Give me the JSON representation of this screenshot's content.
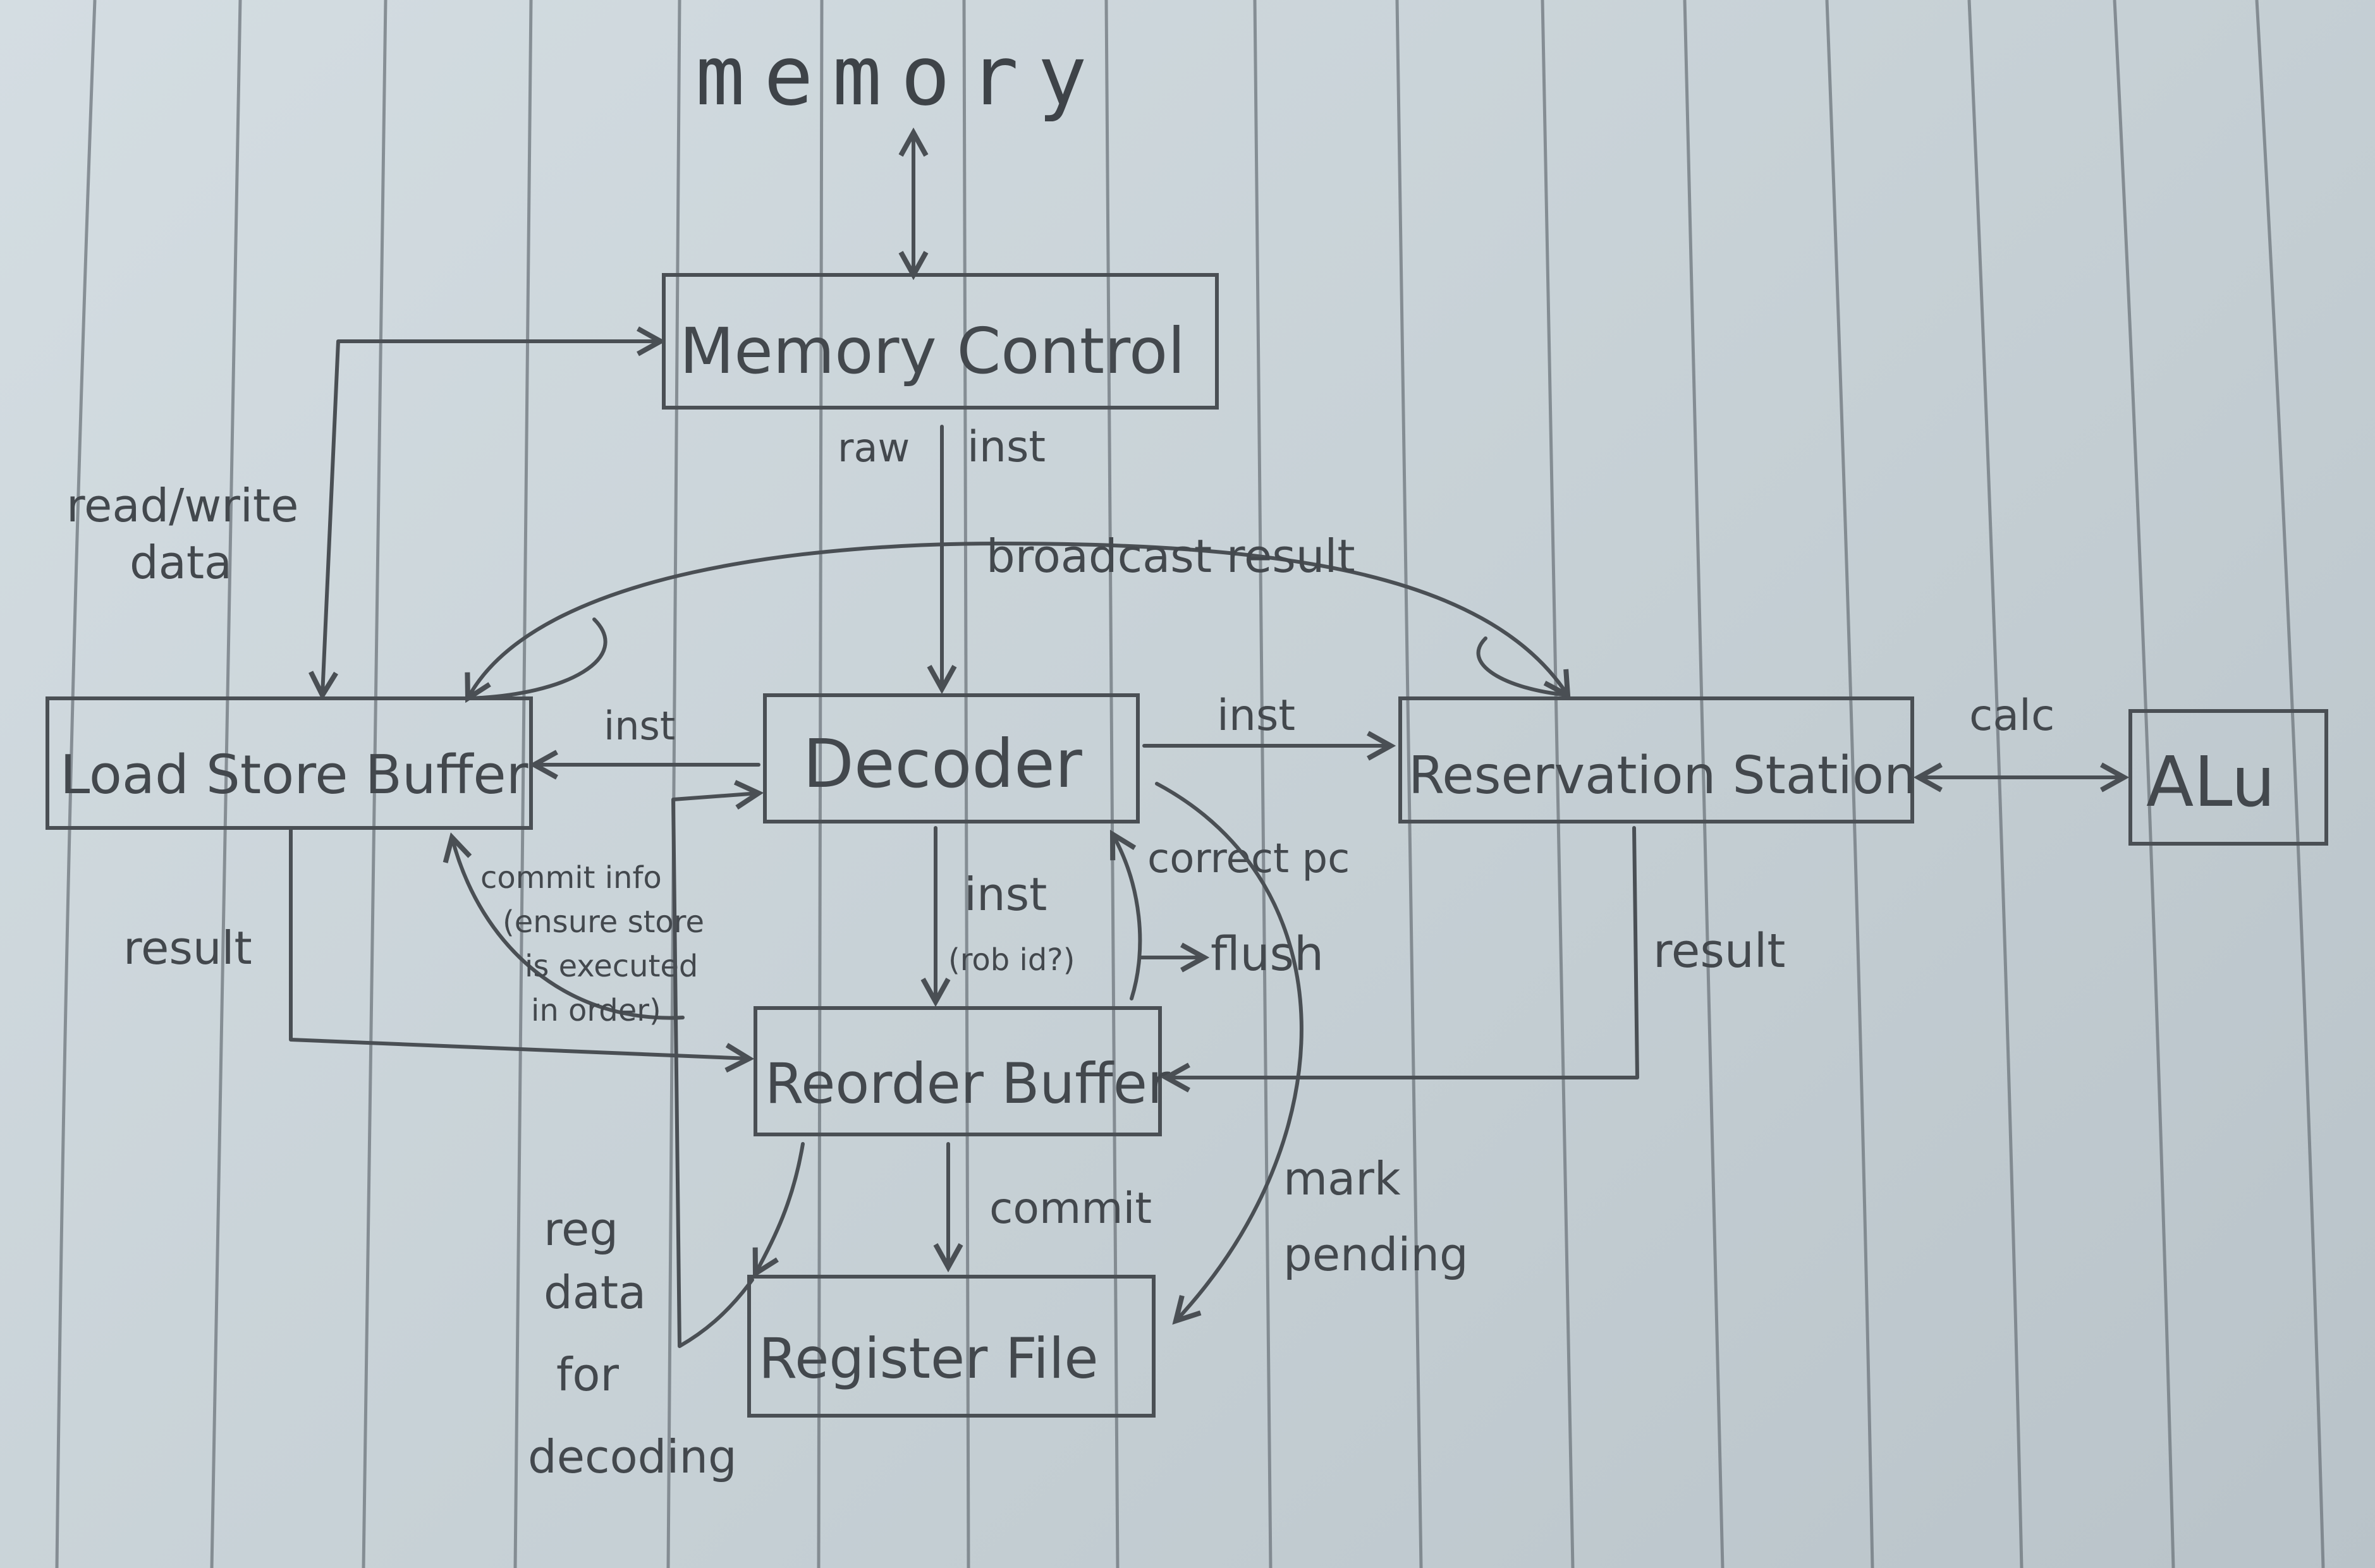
{
  "title": "memory",
  "nodes": {
    "memory_control": "Memory Control",
    "load_store_buffer": "Load Store Buffer",
    "decoder": "Decoder",
    "reservation_station": "Reservation Station",
    "alu": "ALu",
    "reorder_buffer": "Reorder Buffer",
    "register_file": "Register File"
  },
  "labels": {
    "read_write_1": "read/write",
    "read_write_2": "data",
    "raw": "raw",
    "inst_mc": "inst",
    "broadcast": "broadcast result",
    "inst_dec_lsb": "inst",
    "inst_dec_rs": "inst",
    "calc": "calc",
    "correct_pc": "correct pc",
    "flush": "flush",
    "inst_dec_rob_1": "inst",
    "inst_dec_rob_2": "(rob id?)",
    "commit_info_1": "commit info",
    "commit_info_2": "(ensure store",
    "commit_info_3": "is executed",
    "commit_info_4": "in order)",
    "result_lsb": "result",
    "result_rs": "result",
    "commit": "commit",
    "reg_data_1": "reg",
    "reg_data_2": "data",
    "reg_data_3": "for",
    "reg_data_4": "decoding",
    "mark_1": "mark",
    "mark_2": "pending"
  }
}
